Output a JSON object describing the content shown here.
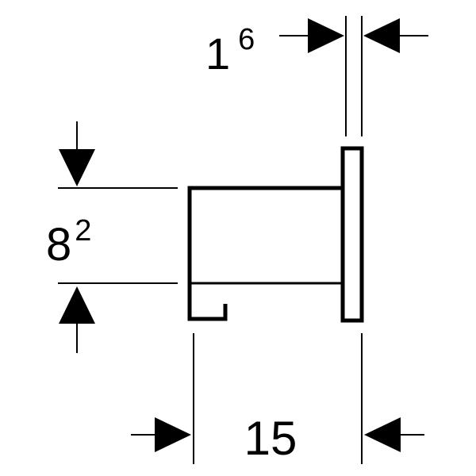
{
  "dimensions": {
    "flange_thickness": {
      "main": "1",
      "sup": "6"
    },
    "body_height": {
      "main": "8",
      "sup": "2"
    },
    "overall_depth": {
      "main": "15"
    }
  },
  "colors": {
    "ink": "#000000",
    "background": "#ffffff"
  }
}
